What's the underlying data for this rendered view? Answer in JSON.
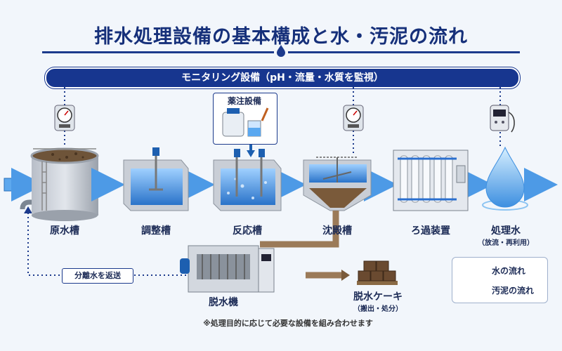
{
  "title": "排水処理設備の基本構成と水・汚泥の流れ",
  "monitoring": "モニタリング設備（pH・流量・水質を監視）",
  "chemical": "薬注設備",
  "stages": {
    "raw_tank": "原水槽",
    "adjust_tank": "調整槽",
    "reaction_tank": "反応槽",
    "settling_tank": "沈殿槽",
    "filtration": "ろ過装置",
    "treated_water": "処理水",
    "treated_water_note": "（放流・再利用）",
    "dewatering": "脱水機",
    "cake": "脱水ケーキ",
    "cake_note": "（搬出・処分）"
  },
  "return_label": "分離水を返送",
  "note": "※処理目的に応じて必要な設備を組み合わせます",
  "legend": {
    "water": "水の流れ",
    "sludge": "汚泥の流れ"
  },
  "colors": {
    "navy": "#17368f",
    "water": "#4d9ae6",
    "sludge": "#7a5a3a",
    "tank": "#c9ced6"
  },
  "icons": [
    "pressure-gauge-icon",
    "water-quality-meter-icon",
    "water-drop-icon",
    "chemical-dosing-icon"
  ]
}
